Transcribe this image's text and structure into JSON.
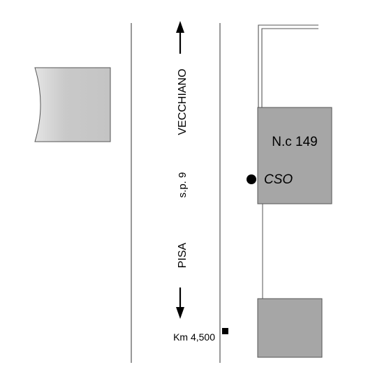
{
  "road": {
    "north_destination": "VECCHIANO",
    "road_name": "s.p. 9",
    "south_destination": "PISA",
    "kilometer_marker": "Km 4,500"
  },
  "buildings": {
    "main": {
      "label": "N.c 149"
    },
    "point_label": "CSO"
  },
  "colors": {
    "building_fill": "#a6a6a6",
    "light_building_fill": "#d4d4d4",
    "line": "#555555",
    "ink": "#000000"
  }
}
